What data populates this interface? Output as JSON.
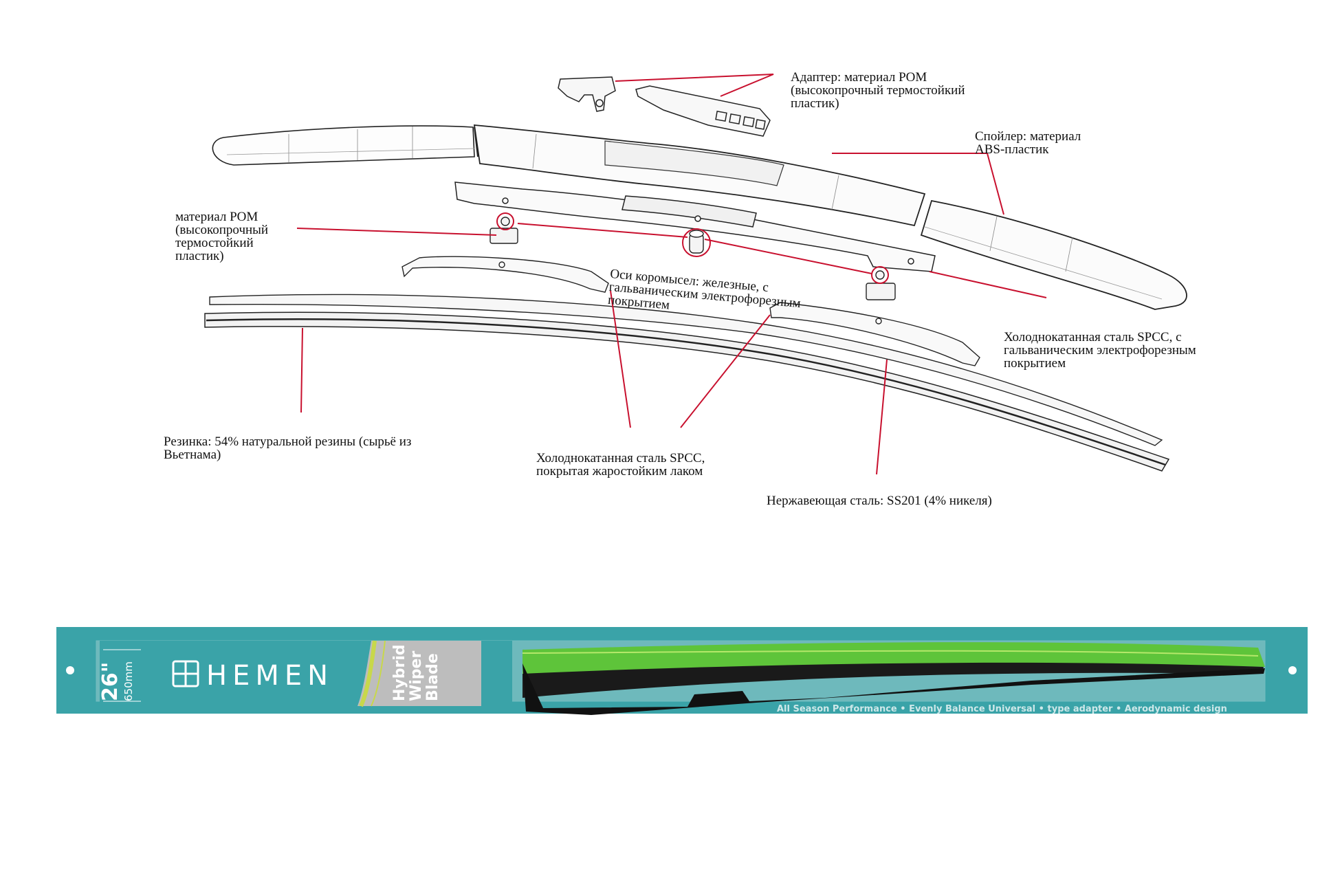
{
  "labels": {
    "adapter": [
      "Адаптер: материал POM",
      "(высокопрочный термостойкий",
      "пластик)"
    ],
    "spoiler": [
      "Спойлер: материал",
      "ABS-пластик"
    ],
    "pom": [
      "материал POM",
      "(высокопрочный",
      "термостойкий",
      "пластик)"
    ],
    "axes": [
      "Оси коромысел: железные, с",
      "гальваническим электрофорезным",
      "покрытием"
    ],
    "spcc_galv": [
      "Холоднокатанная сталь SPCC, с",
      "гальваническим электрофорезным",
      "покрытием"
    ],
    "rubber": [
      "Резинка: 54% натуральной резины (сырьё из",
      "Вьетнама)"
    ],
    "spcc_lacquer": [
      "Холоднокатанная сталь SPCC,",
      "покрытая жаростойким лаком"
    ],
    "stainless": [
      "Нержавеющая сталь: SS201 (4% никеля)"
    ]
  },
  "package": {
    "brand": "HEMEN",
    "size": "26\"",
    "length": "650mm",
    "product_line1": "Hybrid",
    "product_line2": "Wiper",
    "product_line3": "Blade",
    "features": "All Season Performance  •  Evenly Balance Universal  •  type adapter  •  Aerodynamic design"
  },
  "colors": {
    "leader": "#c8102e",
    "teal": "#3aa3a8",
    "teal_dark": "#1f7d82",
    "green": "#5ec43a",
    "yellow_green": "#c8d84a",
    "blade": "#1a1a1a"
  }
}
